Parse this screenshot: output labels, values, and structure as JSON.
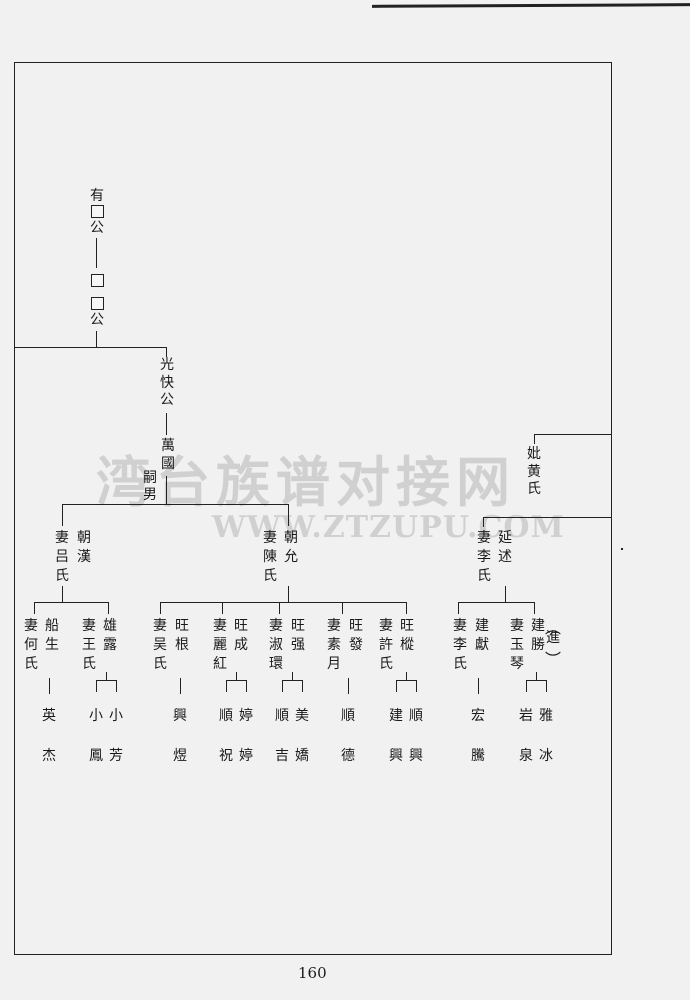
{
  "watermark": {
    "cn": "湾台族谱对接网",
    "en": "WWW.ZTZUPU.COM"
  },
  "page_number": "160",
  "ancestors": {
    "a1": "有",
    "a1b": "公",
    "a2": "公"
  },
  "gen1": {
    "name": "光快公",
    "son": "萬國",
    "note": "嗣男"
  },
  "gen2": [
    {
      "id": "zhaohan",
      "name": "朝漢",
      "wife": "妻吕氏"
    },
    {
      "id": "zhaoyun",
      "name": "朝允",
      "wife": "妻陳氏"
    }
  ],
  "gen3": [
    {
      "name": "船生",
      "wife": "妻何氏"
    },
    {
      "name": "雄露",
      "wife": "妻王氏"
    },
    {
      "name": "旺根",
      "wife": "妻吴氏"
    },
    {
      "name": "旺成",
      "wife": "妻麗紅"
    },
    {
      "name": "旺强",
      "wife": "妻淑環"
    },
    {
      "name": "旺發",
      "wife": "妻素月"
    },
    {
      "name": "旺樅",
      "wife": "妻許氏"
    }
  ],
  "gen4": [
    "英杰",
    "小鳳",
    "小芳",
    "興煜",
    "順祝",
    "婷婷",
    "順吉",
    "美嬌",
    "順德",
    "建興",
    "順興"
  ],
  "right_branch": {
    "mother": "妣黄氏",
    "son": "延述",
    "son_wife": "妻李氏",
    "grandsons": [
      {
        "name": "建獻",
        "wife": "妻李氏"
      },
      {
        "name": "建勝",
        "wife": "妻玉琴",
        "note": "進"
      }
    ],
    "great": [
      "宏騰",
      "岩泉",
      "雅冰"
    ]
  }
}
